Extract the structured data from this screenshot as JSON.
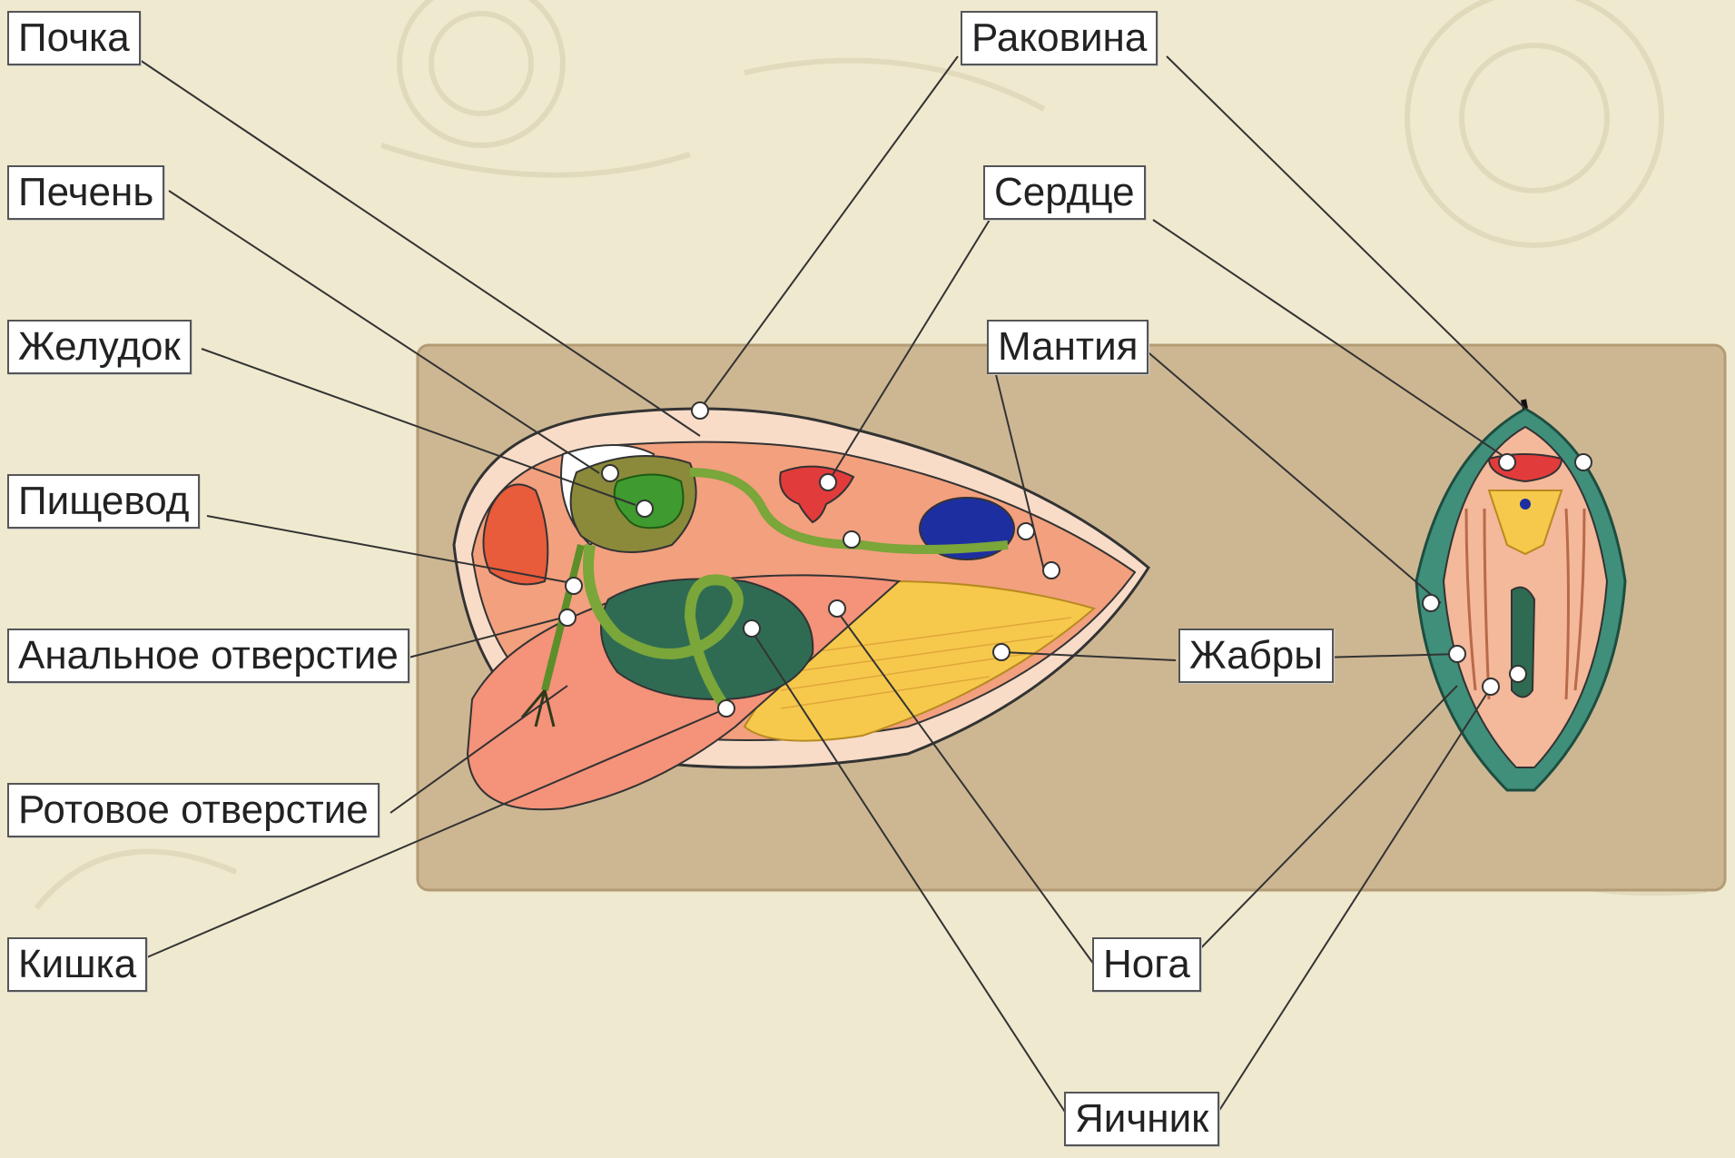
{
  "labels": {
    "kidney": "Почка",
    "liver": "Печень",
    "stomach": "Желудок",
    "esophagus": "Пищевод",
    "anus": "Анальное отверстие",
    "mouth": "Ротовое отверстие",
    "intestine": "Кишка",
    "shell": "Раковина",
    "heart": "Сердце",
    "mantle": "Мантия",
    "gills": "Жабры",
    "foot": "Нога",
    "ovary": "Яичник"
  },
  "colors": {
    "background": "#efe9cf",
    "panel": "#cdb793",
    "body": "#f2a07e",
    "liver": "#2f6b53",
    "heart": "#e23b3b",
    "kidney": "#e85b3b",
    "gland": "#5b9a2f",
    "mantle_edge": "#3f8f7a",
    "gill": "#f6c94c",
    "pericardium": "#1d2fa0"
  }
}
